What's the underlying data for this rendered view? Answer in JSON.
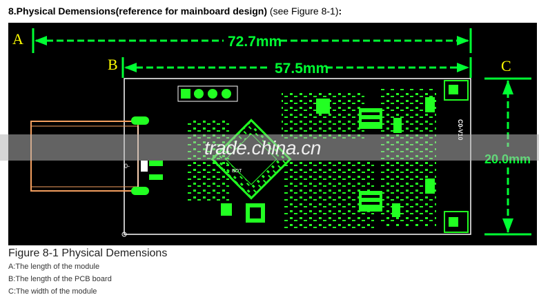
{
  "heading": {
    "main": "8.Physical Demensions(reference for mainboard design)",
    "see": "(see Figure 8-1)",
    "colon": ":"
  },
  "figure": {
    "label_a": "A",
    "label_b": "B",
    "label_c": "C",
    "dim_a": "72.7mm",
    "dim_b": "57.5mm",
    "dim_c": "20.0mm",
    "chip_mark": "BOT",
    "side_mark": "C0-V10",
    "port_mark": "0-"
  },
  "caption": "Figure 8-1 Physical Demensions",
  "notes": [
    "A:The length of the module",
    "B:The length of the PCB board",
    "C:The width of the module"
  ],
  "watermark": "trade.china.cn",
  "colors": {
    "dimension": "#00ff33",
    "label": "#ffff00",
    "board_outline": "#ffffff",
    "connector": "#f5a060",
    "background": "#000000"
  }
}
